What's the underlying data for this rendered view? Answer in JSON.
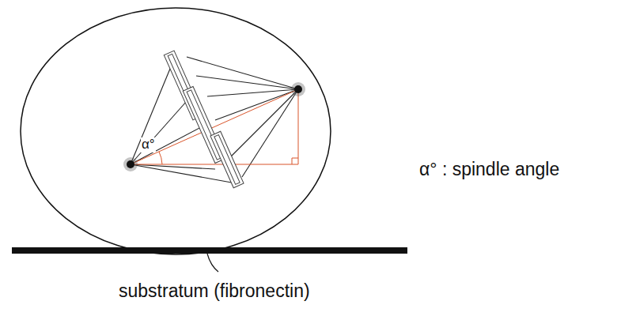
{
  "diagram": {
    "labels": [
      "α°",
      "α° : spindle angle",
      "substratum (fibronectin)"
    ]
  }
}
